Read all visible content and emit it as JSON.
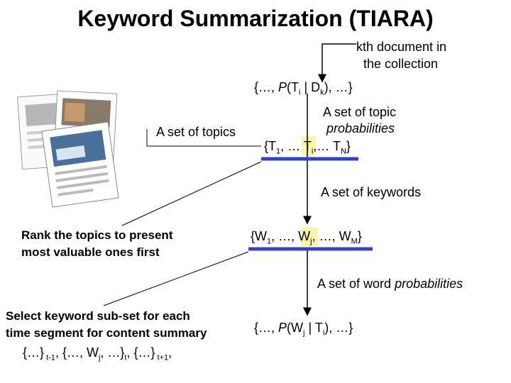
{
  "title": "Keyword Summarization (TIARA)",
  "kth_note_line1": "kth document in",
  "kth_note_line2": "the collection",
  "topic_prob_expr": {
    "prefix": "{…, ",
    "P": "P",
    "open": "(T",
    "sub_i": "i",
    "bar": " | D",
    "sub_k": "k",
    "close": "), …}"
  },
  "topic_prob_label_line1": "A set of topic",
  "topic_prob_label_line2": "probabilities",
  "topics_label": "A set of topics",
  "topics_set": {
    "open": "{T",
    "s1": "1",
    "mid": ", … T",
    "si": "i",
    "mid2": ",… T",
    "sN": "N",
    "close": "}"
  },
  "keywords_label": "A set of keywords",
  "rank_text_line1": "Rank the topics to present",
  "rank_text_line2": "most valuable ones first",
  "words_set": {
    "open": "{W",
    "s1": "1",
    "mid": ", …, W",
    "sj": "j",
    "mid2": ", …, W",
    "sM": "M",
    "close": "}"
  },
  "word_prob_label": {
    "prefix": "A set of word ",
    "emph": "probabilities"
  },
  "select_text_line1": "Select keyword sub-set for each",
  "select_text_line2": "time segment for content summary",
  "word_prob_expr": {
    "prefix": "{…, ",
    "P": "P",
    "open": "(W",
    "sj": "j",
    "bar": " | T",
    "si": "i",
    "close": "), …}"
  },
  "segments_expr": {
    "a": "{…}",
    "s1": " t-1",
    "b": ", {…, W",
    "sj": "j",
    "c": ", …}",
    "st": "t",
    "d": ", {…}",
    "s3": " t+1",
    "e": ","
  },
  "colors": {
    "accent_bar": "#3344bb",
    "highlight": "#fbf5a8"
  }
}
